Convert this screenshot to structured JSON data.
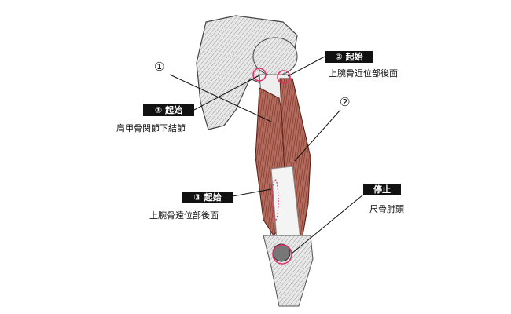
{
  "title": "上腕三頭筋 起始・停止",
  "labels": {
    "head1_number": "①",
    "head2_number": "②",
    "origin1_tag": "① 起始",
    "origin1_desc": "肩甲骨関節下結節",
    "origin2_tag": "② 起始",
    "origin2_desc": "上腕骨近位部後面",
    "origin3_tag": "③ 起始",
    "origin3_desc": "上腕骨遠位部後面",
    "insertion_tag": "停止",
    "insertion_desc": "尺骨肘頭"
  },
  "colors": {
    "muscle": "#8a3a2e",
    "marker": "#e0306a",
    "tag_bg": "#111111"
  }
}
